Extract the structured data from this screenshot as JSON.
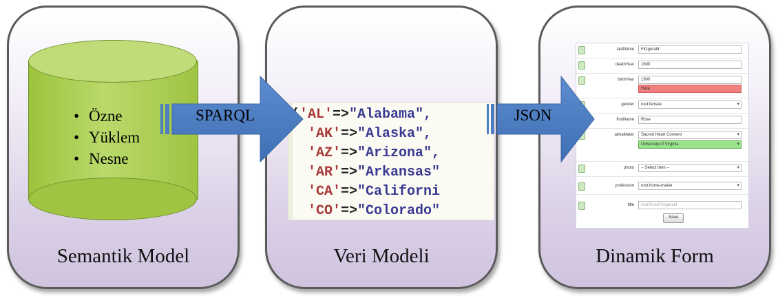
{
  "panels": [
    {
      "caption": "Semantik Model"
    },
    {
      "caption": "Veri Modeli"
    },
    {
      "caption": "Dinamik Form"
    }
  ],
  "semantic_model": {
    "bullets": [
      "Özne",
      "Yüklem",
      "Nesne"
    ]
  },
  "arrows": {
    "first_label": "SPARQL",
    "second_label": "JSON"
  },
  "code_lines": [
    {
      "key": "'AL'",
      "op": "=>",
      "val": "\"Alabama\","
    },
    {
      "key": "'AK'",
      "op": "=>",
      "val": "\"Alaska\","
    },
    {
      "key": "'AZ'",
      "op": "=>",
      "val": "\"Arizona\","
    },
    {
      "key": "'AR'",
      "op": "=>",
      "val": "\"Arkansas\""
    },
    {
      "key": "'CA'",
      "op": "=>",
      "val": "\"Californi"
    },
    {
      "key": "'CO'",
      "op": "=>",
      "val": "\"Colorado\""
    }
  ],
  "code_prefix": "(",
  "form": {
    "rows": [
      {
        "label": "lastName",
        "value": "Fitzgerald",
        "kind": "text"
      },
      {
        "label": "deathYear",
        "value": "1600",
        "kind": "text"
      },
      {
        "label": "birthYear",
        "value": "1900",
        "kind": "text",
        "extra": "Hata"
      },
      {
        "label": "gender",
        "value": "root:female",
        "kind": "select"
      },
      {
        "label": "firstName",
        "value": "Rose",
        "kind": "text"
      },
      {
        "label": "almaMater",
        "value": "Sacred Heart Convent",
        "kind": "select",
        "extra": "University of Virginia"
      },
      {
        "label": "photo",
        "value": "-- Select Item --",
        "kind": "select"
      },
      {
        "label": "profession",
        "value": "root:home-maker",
        "kind": "select"
      },
      {
        "label": "title",
        "value": "root:RoseFitzgerald",
        "kind": "text"
      }
    ],
    "save_label": "Save"
  },
  "colors": {
    "cylinder": "#a8cc4c",
    "arrow": "#4f7fc1",
    "panel_border": "#5a5a5a"
  }
}
